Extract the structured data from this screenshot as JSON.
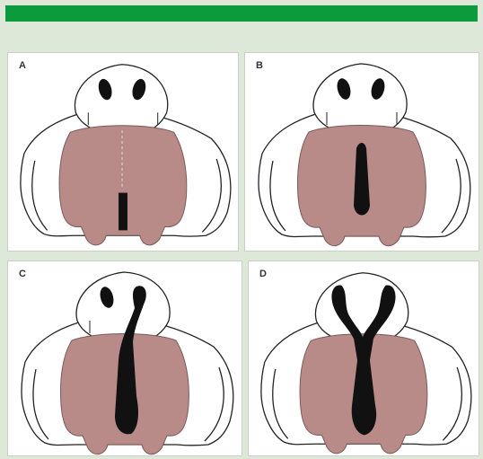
{
  "colors": {
    "header_bar": "#0b9a3c",
    "background": "#dde8d8",
    "palate": "#b88a88",
    "cleft": "#111111",
    "outline": "#222222"
  },
  "panels": [
    {
      "label": "A"
    },
    {
      "label": "B"
    },
    {
      "label": "C"
    },
    {
      "label": "D"
    }
  ]
}
